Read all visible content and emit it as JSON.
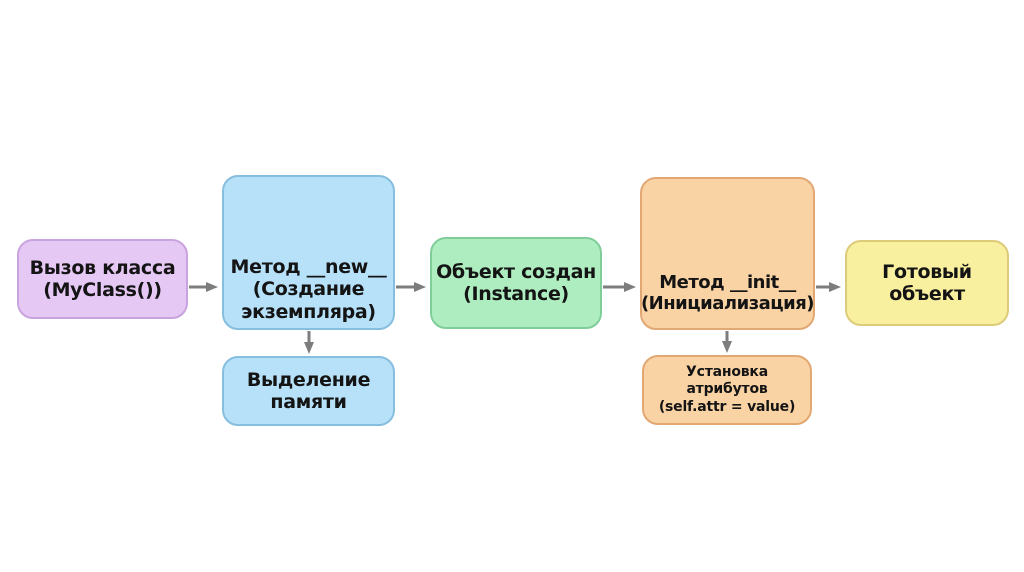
{
  "canvas": {
    "background": "#ffffff"
  },
  "colors": {
    "arrow": "#7d7d7d",
    "text": "#141414"
  },
  "nodes": {
    "class_call": {
      "label": "Вызов класса\n(MyClass())",
      "fill": "#e6c8f5",
      "border": "#c9a3de"
    },
    "method_new": {
      "label": "Метод __new__\n(Создание\nэкземпляра)",
      "fill": "#b7e1f8",
      "border": "#85bedf"
    },
    "memory_alloc": {
      "label": "Выделение\nпамяти",
      "fill": "#b7e1f8",
      "border": "#85bedf"
    },
    "instance_created": {
      "label": "Объект создан\n(Instance)",
      "fill": "#aeedc0",
      "border": "#7fce99"
    },
    "method_init": {
      "label": "Метод __init__\n(Инициализация)",
      "fill": "#fad3a5",
      "border": "#e2a873"
    },
    "attr_setup": {
      "label": "Установка\nатрибутов\n(self.attr = value)",
      "fill": "#fad3a5",
      "border": "#e2a873"
    },
    "ready_object": {
      "label": "Готовый\nобъект",
      "fill": "#f8ef9f",
      "border": "#decb7a"
    }
  }
}
